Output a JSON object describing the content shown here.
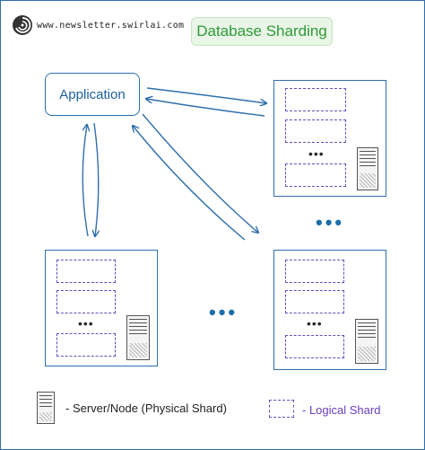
{
  "header": {
    "site": "www.newsletter.swirlai.com",
    "title": "Database Sharding",
    "logo_icon": "swirl-logo-icon"
  },
  "diagram": {
    "application_label": "Application",
    "shard_dots": "•••",
    "node_dots": "•••"
  },
  "legend": {
    "server_text": "- Server/Node (Physical Shard)",
    "shard_text": "- Logical Shard"
  },
  "colors": {
    "node_border": "#2f6fad",
    "shard_border": "#6a4bbf",
    "title_text": "#2f9a3a",
    "arrow": "#2f6fad"
  }
}
